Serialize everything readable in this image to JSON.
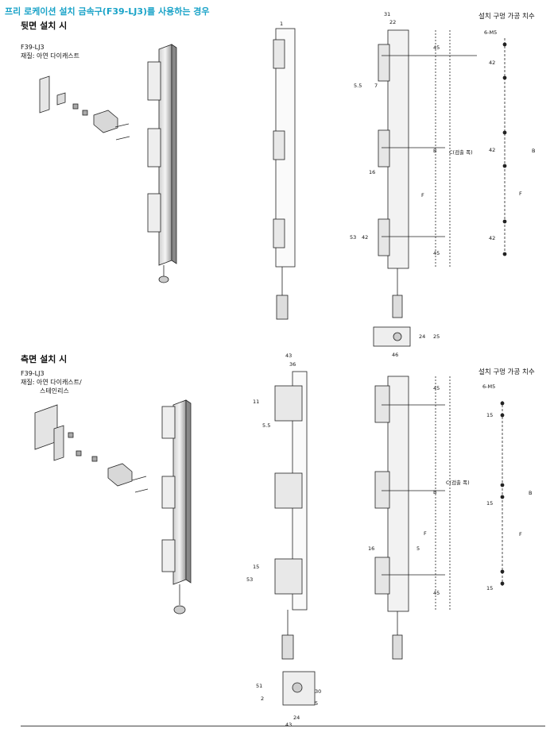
{
  "title": "프리 로케이션 설치 금속구(F39-LJ3)를 사용하는 경우",
  "rear": {
    "heading": "뒷면 설치 시",
    "model": "F39-LJ3",
    "material": "재질: 아연 다이캐스트",
    "holes_title": "설치 구멍 가공 치수"
  },
  "side": {
    "heading": "측면 설치 시",
    "model": "F39-LJ3",
    "material_1": "재질: 아연 다이캐스트/",
    "material_2": "스테인리스",
    "holes_title": "설치 구멍 가공 치수"
  },
  "dims": {
    "d1": "1",
    "d31": "31",
    "d22": "22",
    "d45": "45",
    "d5_5": "5.5",
    "d7": "7",
    "d16": "16",
    "d53": "53",
    "d42": "42",
    "B": "B",
    "F": "F",
    "C": "C(검출 폭)",
    "d24": "24",
    "d25": "25",
    "d46": "46",
    "m5": "6-M5",
    "d43": "43",
    "d36": "36",
    "d11": "11",
    "d15": "15",
    "d5": "5",
    "d51": "51",
    "d2": "2",
    "d30": "30"
  }
}
